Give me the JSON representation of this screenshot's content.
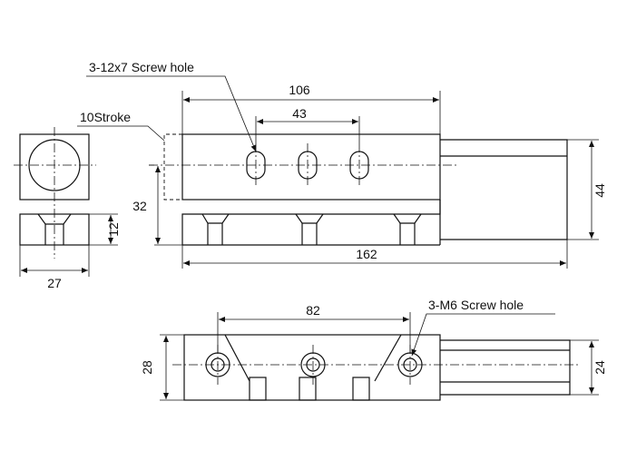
{
  "labels": {
    "screw_hole_12x7": "3-12x7 Screw hole",
    "stroke": "10Stroke",
    "screw_hole_m6": "3-M6 Screw hole"
  },
  "dimensions": {
    "d106": "106",
    "d43": "43",
    "d32": "32",
    "d162": "162",
    "d44": "44",
    "d12": "12",
    "d27": "27",
    "d82": "82",
    "d28": "28",
    "d24": "24"
  }
}
